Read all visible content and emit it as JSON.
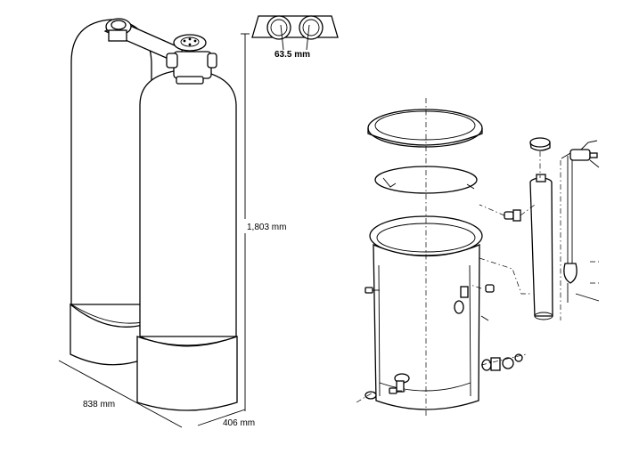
{
  "dimensions": {
    "width": "838 mm",
    "depth": "406 mm",
    "height": "1,803 mm",
    "port_diameter": "63.5 mm"
  },
  "colors": {
    "line": "#000000",
    "background": "#ffffff"
  }
}
